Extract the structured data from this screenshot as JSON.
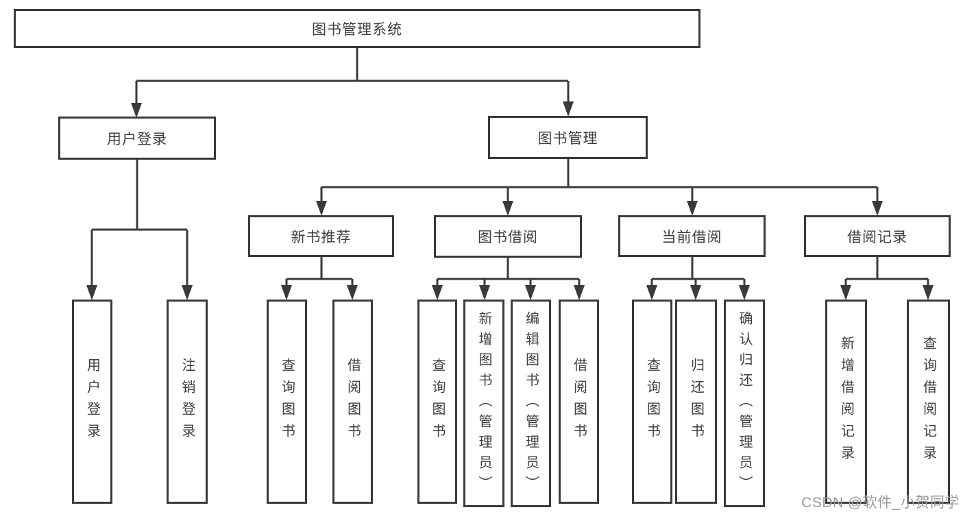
{
  "nodes": {
    "root": {
      "label": "图书管理系统"
    },
    "login": {
      "label": "用户登录"
    },
    "mgmt": {
      "label": "图书管理"
    },
    "new_books": {
      "label": "新书推荐"
    },
    "book_borrow": {
      "label": "图书借阅"
    },
    "cur_borrow": {
      "label": "当前借阅"
    },
    "records": {
      "label": "借阅记录"
    },
    "user_login": {
      "label": "用户登录"
    },
    "logout": {
      "label": "注销登录"
    },
    "nb_query": {
      "label": "查询图书"
    },
    "nb_borrow": {
      "label": "借阅图书"
    },
    "bb_query": {
      "label": "查询图书"
    },
    "bb_add": {
      "label": "新增图书（管理员）"
    },
    "bb_edit": {
      "label": "编辑图书（管理员）"
    },
    "bb_borrow": {
      "label": "借阅图书"
    },
    "cb_query": {
      "label": "查询图书"
    },
    "cb_return": {
      "label": "归还图书"
    },
    "cb_confirm": {
      "label": "确认归还（管理员）"
    },
    "br_add": {
      "label": "新增借阅记录"
    },
    "br_query": {
      "label": "查询借阅记录"
    }
  },
  "watermark": {
    "text": "CSDN @软件_小贺同学"
  },
  "colors": {
    "line": "#3a3a3a",
    "text": "#3f3f3f",
    "box_background": "#ffffff",
    "page_background": "#ffffff",
    "watermark": "#9a9a9a"
  }
}
